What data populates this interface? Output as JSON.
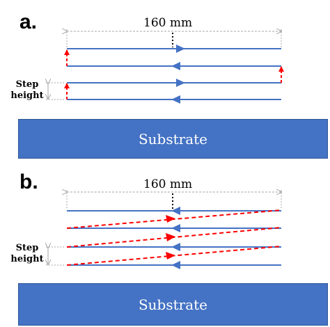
{
  "colors": {
    "path": "#4472c4",
    "step": "#ff0000",
    "substrate": "#4472c4",
    "dimension": "#a6a6a6"
  },
  "panel_a": {
    "letter": "a.",
    "dimension_label": "160 mm",
    "step_label_line1": "Step",
    "step_label_line2": "height",
    "substrate_label": "Substrate"
  },
  "panel_b": {
    "letter": "b.",
    "dimension_label": "160 mm",
    "step_label_line1": "Step",
    "step_label_line2": "height",
    "substrate_label": "Substrate"
  }
}
